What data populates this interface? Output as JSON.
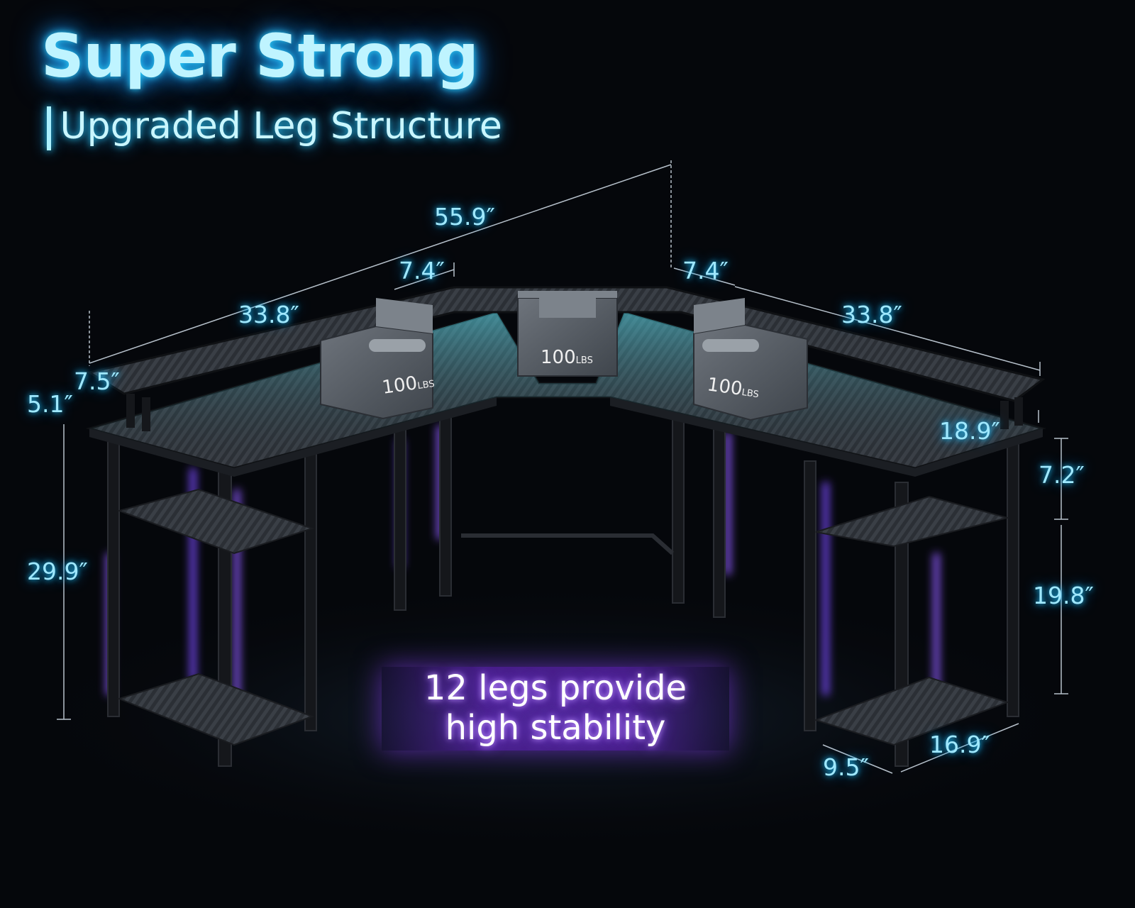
{
  "header": {
    "title": "Super Strong",
    "subtitle": "Upgraded Leg Structure"
  },
  "dimensions": {
    "overall_width": "55.9″",
    "left_riser_gap": "7.4″",
    "right_riser_gap": "7.4″",
    "left_shelf_length": "33.8″",
    "right_shelf_length": "33.8″",
    "shelf_depth": "7.5″",
    "shelf_height": "5.1″",
    "desk_height": "29.9″",
    "desk_depth": "18.9″",
    "upper_clearance": "7.2″",
    "lower_clearance": "19.8″",
    "storage_width": "16.9″",
    "storage_depth": "9.5″"
  },
  "weights": [
    {
      "value": "100",
      "unit": "LBS"
    },
    {
      "value": "100",
      "unit": "LBS"
    },
    {
      "value": "100",
      "unit": "LBS"
    }
  ],
  "callout": {
    "line1": "12 legs provide",
    "line2": "high stability"
  },
  "colors": {
    "background": "#05070b",
    "glow_cyan": "#2fd3ff",
    "glow_purple": "#8a4dff",
    "desk_surface": "#2a2e34",
    "frame": "#15171b"
  }
}
